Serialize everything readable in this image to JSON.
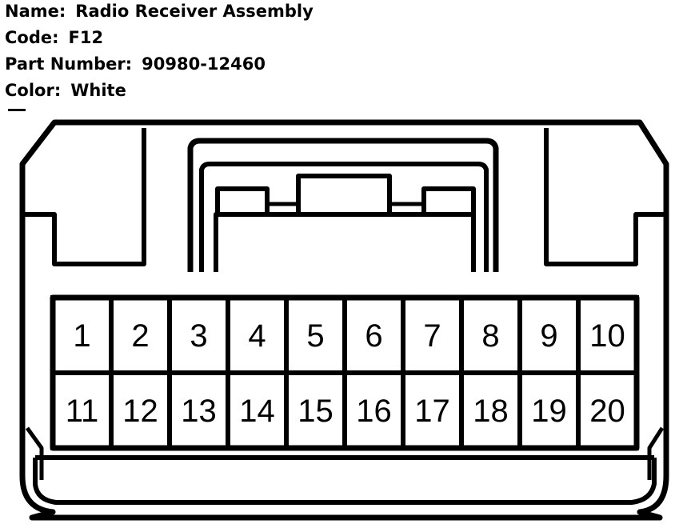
{
  "connector": {
    "name_label": "Name:",
    "name_value": "Radio Receiver Assembly",
    "code_label": "Code:",
    "code_value": "F12",
    "part_label": "Part Number:",
    "part_value": "90980-12460",
    "color_label": "Color:",
    "color_value": "White"
  },
  "pins": {
    "row1": [
      "1",
      "2",
      "3",
      "4",
      "5",
      "6",
      "7",
      "8",
      "9",
      "10"
    ],
    "row2": [
      "11",
      "12",
      "13",
      "14",
      "15",
      "16",
      "17",
      "18",
      "19",
      "20"
    ]
  }
}
